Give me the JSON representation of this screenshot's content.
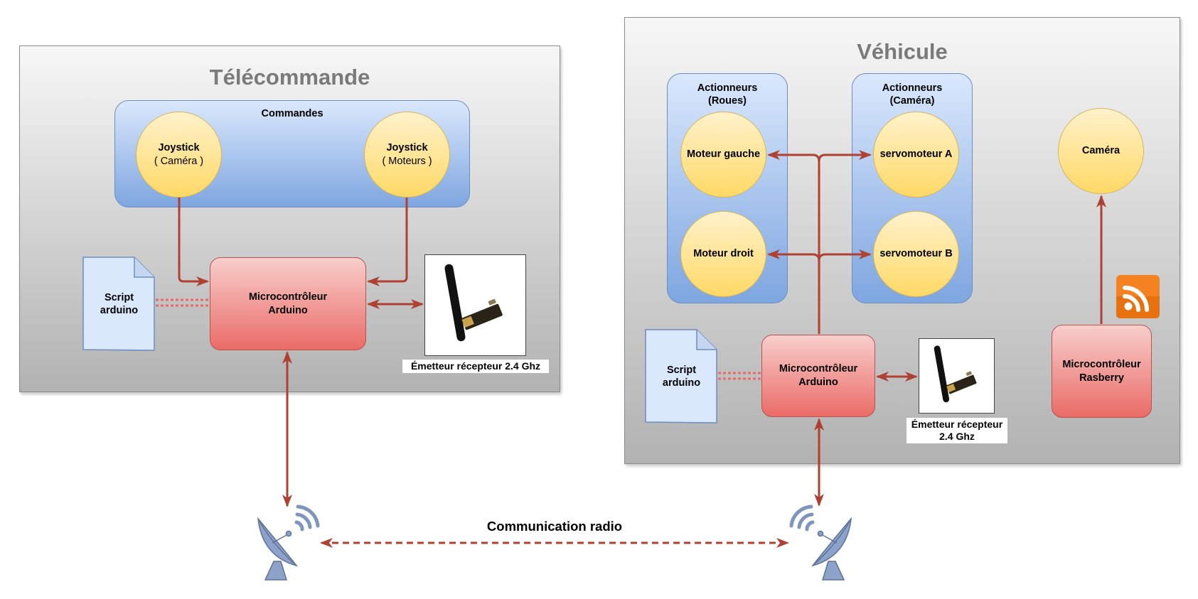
{
  "telecommande": {
    "title": "Télécommande",
    "commandes": {
      "title": "Commandes",
      "joystick_camera": {
        "line1": "Joystick",
        "line2": "( Caméra )"
      },
      "joystick_moteurs": {
        "line1": "Joystick",
        "line2": "( Moteurs )"
      }
    },
    "script": {
      "line1": "Script",
      "line2": "arduino"
    },
    "microcontroleur": {
      "line1": "Microcontrôleur",
      "line2": "Arduino"
    },
    "emetteur": {
      "caption": "Émetteur récepteur 2.4 Ghz"
    }
  },
  "vehicule": {
    "title": "Véhicule",
    "actionneurs_roues": {
      "title_line1": "Actionneurs",
      "title_line2": "(Roues)",
      "moteur_gauche": "Moteur gauche",
      "moteur_droit": "Moteur droit"
    },
    "actionneurs_camera": {
      "title_line1": "Actionneurs",
      "title_line2": "(Caméra)",
      "servo_a": "servomoteur A",
      "servo_b": "servomoteur B"
    },
    "camera": "Caméra",
    "script": {
      "line1": "Script",
      "line2": "arduino"
    },
    "microcontroleur_arduino": {
      "line1": "Microcontrôleur",
      "line2": "Arduino"
    },
    "microcontroleur_rasberry": {
      "line1": "Microcontrôleur",
      "line2": "Rasberry"
    },
    "emetteur": {
      "caption_line1": "Émetteur récepteur",
      "caption_line2": "2.4 Ghz"
    }
  },
  "communication": {
    "label": "Communication radio"
  },
  "icons": {
    "antenna_left": "satellite-dish-icon",
    "antenna_right": "satellite-dish-icon",
    "rss": "rss-feed-icon",
    "radio_module": "radio-module-icon",
    "document": "document-icon"
  },
  "colors": {
    "arrow": "#ae4132",
    "panel_border": "#8c8c8c",
    "blue_fill": "#7ea6e0",
    "yellow_fill": "#ffd966",
    "red_fill": "#ea6b66",
    "rss": "#f58220",
    "dish": "#7f95bd"
  }
}
